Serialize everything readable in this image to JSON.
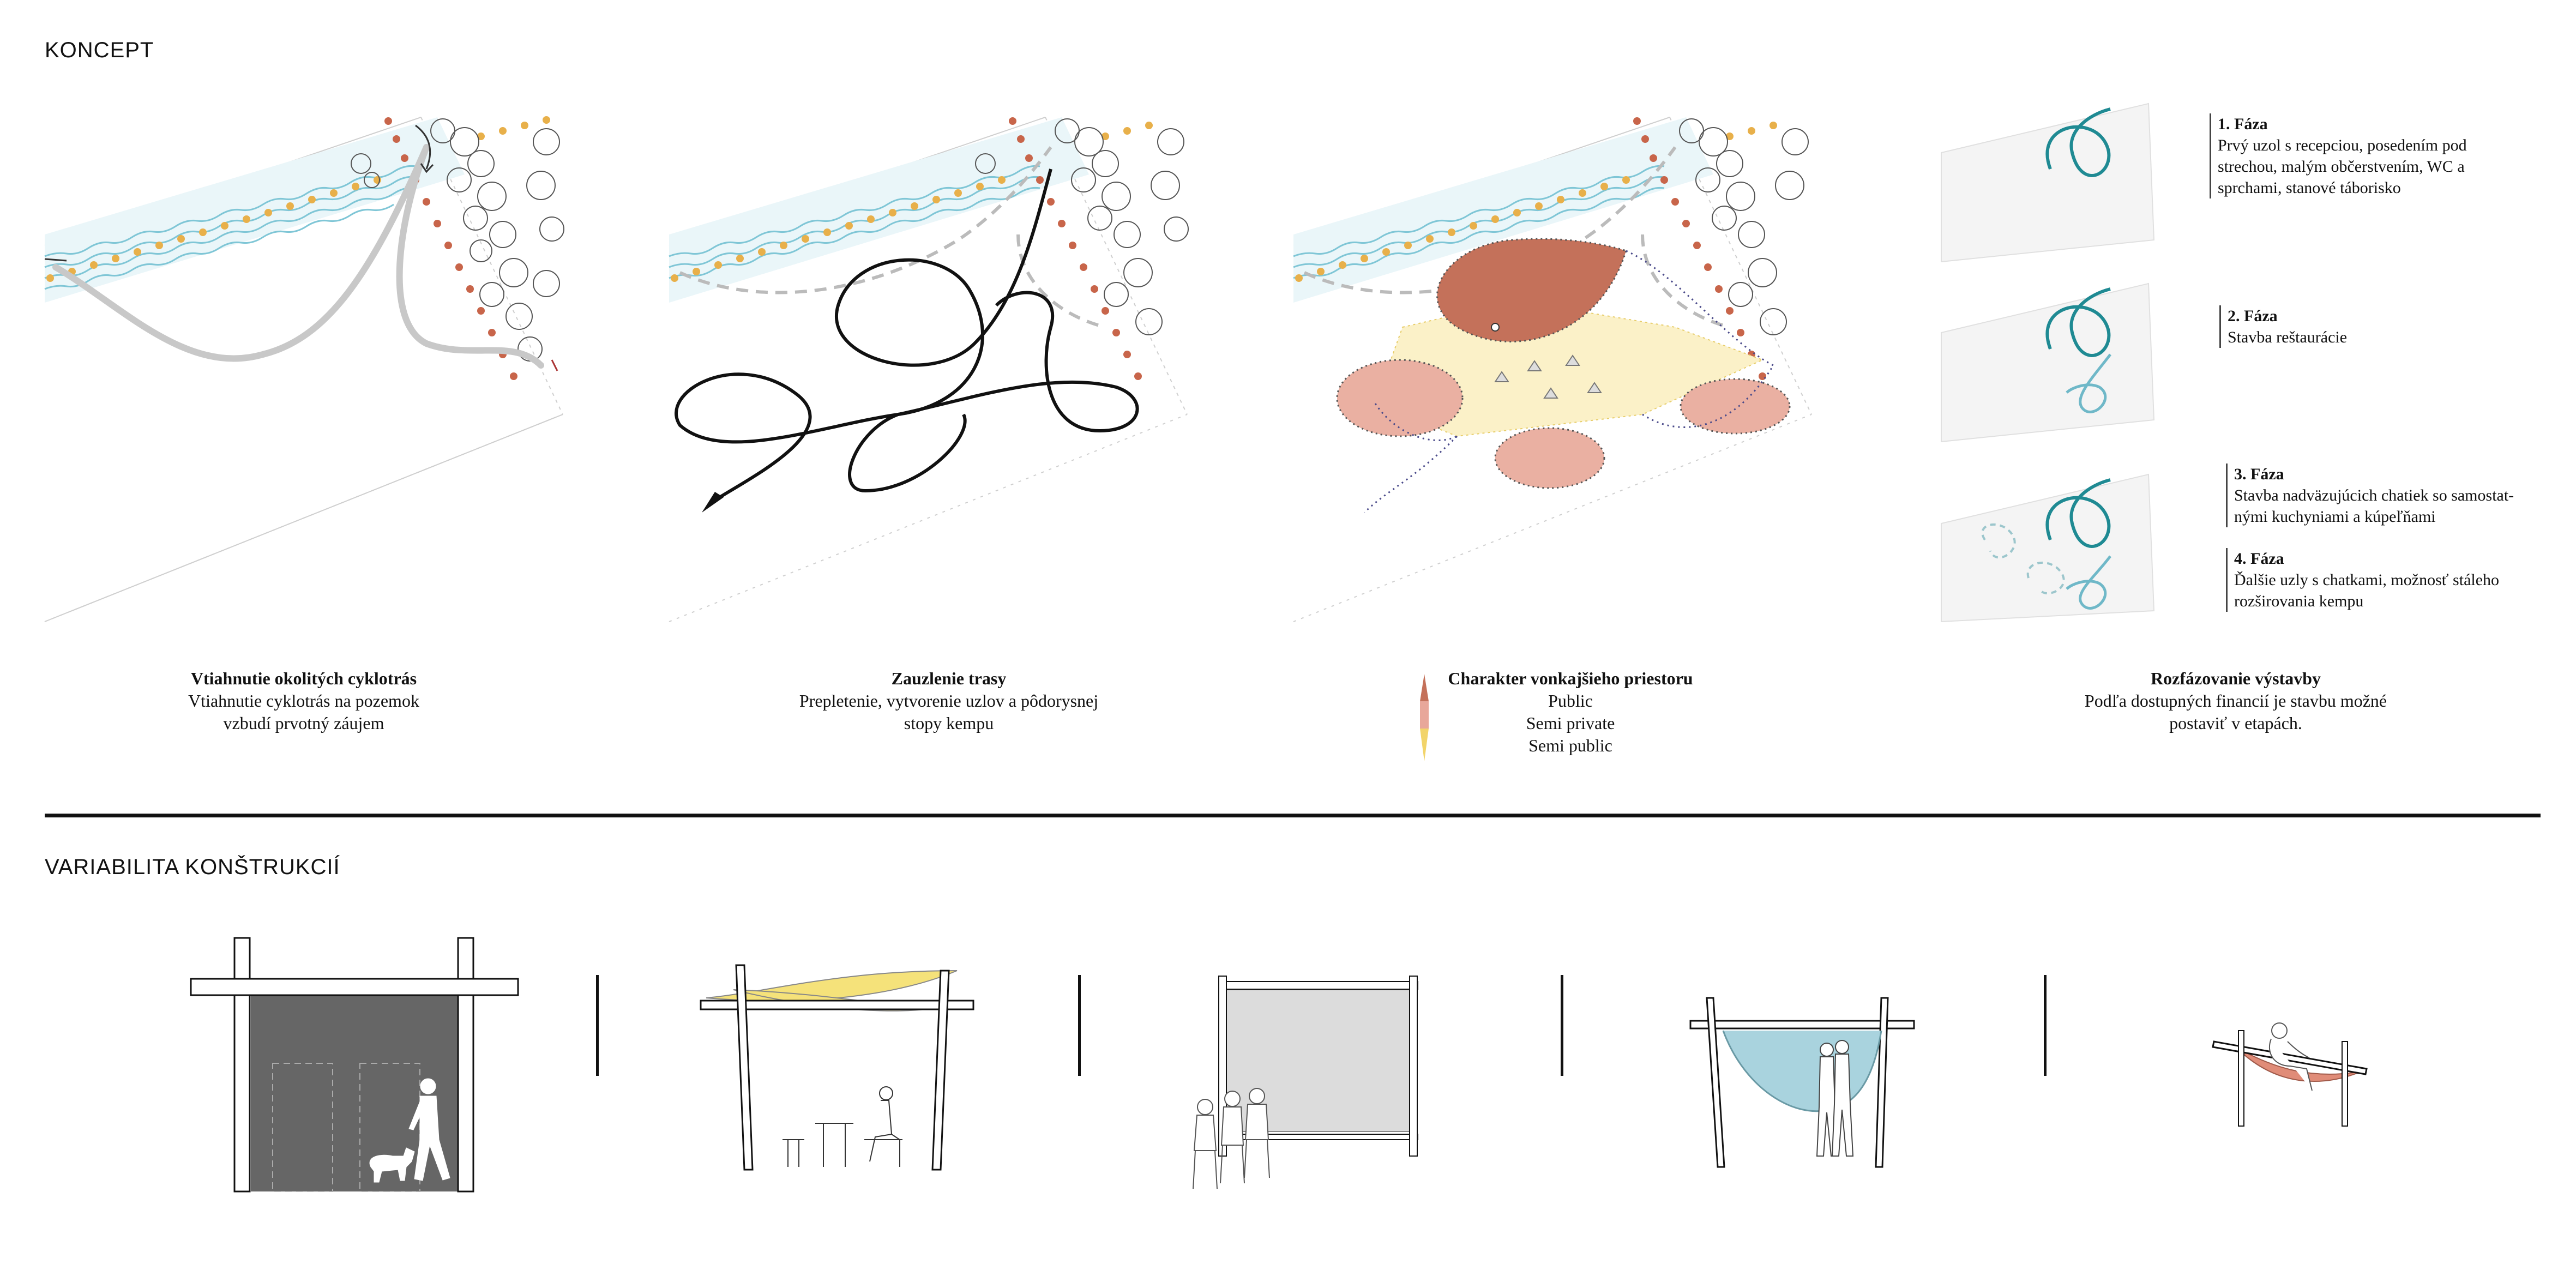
{
  "sections": {
    "concept_title": "KONCEPT",
    "variability_title": "VARIABILITA KONŠTRUKCIÍ"
  },
  "concept_panels": [
    {
      "title": "Vtiahnutie okolitých cyklotrás",
      "lines": [
        "Vtiahnutie cyklotrás na pozemok",
        "vzbudí prvotný záujem"
      ]
    },
    {
      "title": "Zauzlenie trasy",
      "lines": [
        "Prepletenie,  vytvorenie  uzlov  a  pôdorysnej",
        "stopy kempu"
      ]
    },
    {
      "title": "Charakter vonkajšieho priestoru",
      "lines": [
        "Public",
        "Semi private",
        "Semi public"
      ]
    },
    {
      "title": "Rozfázovanie výstavby",
      "lines": [
        "Podľa  dostupných  financií  je  stavbu  možné",
        "postaviť v etapách."
      ]
    }
  ],
  "legend_colors": {
    "public": "#c4715a",
    "semi_private": "#e8a79a",
    "semi_public": "#f2d46a"
  },
  "phases": [
    {
      "title": "1. Fáza",
      "lines": [
        "Prvý uzol s recepciou, posedením pod",
        "strechou, malým občerstvením, WC a",
        "sprchami, stanové táborisko"
      ]
    },
    {
      "title": "2. Fáza",
      "lines": [
        "Stavba reštaurácie"
      ]
    },
    {
      "title": "3. Fáza",
      "lines": [
        "Stavba nadväzujúcich chatiek so samostat-",
        "nými kuchyniami a kúpeľňami"
      ]
    },
    {
      "title": "4. Fáza",
      "lines": [
        "Ďalšie uzly s chatkami, možnosť stáleho",
        "rozširovania kempu"
      ]
    }
  ],
  "colors": {
    "water": "#7fc6d6",
    "path_orange": "#e8b04a",
    "dot_red": "#c8654a",
    "route_grey": "#c8c8c8",
    "phase_teal": "#1f8a93",
    "phase_light": "#6fb8c8",
    "wall_dark": "#666666",
    "canopy_yellow": "#f5e27a",
    "hammock_blue": "#a9d3de",
    "hammock_red": "#e08c78"
  }
}
